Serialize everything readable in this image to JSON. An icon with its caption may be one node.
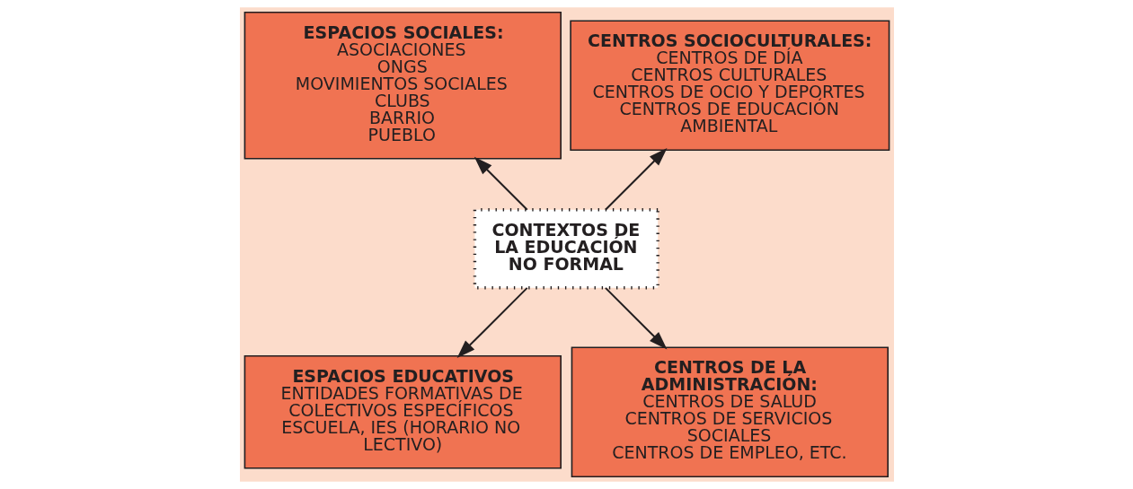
{
  "diagram": {
    "nodes": [
      {
        "text": [
          "CONTEXTOS DE LA EDUCACIÓN NO FORMAL"
        ]
      },
      {
        "text": [
          "CENTROS SOCIOCULTURALES:",
          "CENTROS DE DÍA",
          "CENTROS CULTURALES",
          "CENTROS DE OCIO Y DEPORTES",
          "CENTROS DE EDUCACIÓN AMBIENTAL"
        ]
      },
      {
        "text": [
          "ESPACIOS SOCIALES:",
          "ASOCIACIONES",
          "ONGS",
          "MOVIMIENTOS SOCIALES",
          "CLUBS",
          "BARRIO",
          "PUEBLO"
        ]
      },
      {
        "text": [
          "ESPACIOS EDUCATIVOS",
          "ENTIDADES FORMATIVAS DE COLECTIVOS ESPECÍFICOS",
          "ESCUELA, IES (HORARIO NO LECTIVO)"
        ]
      },
      {
        "text": [
          "CENTROS DE LA ADMINISTRACIÓN:",
          "CENTROS DE SALUD",
          "CENTROS DE SERVICIOS SOCIALES",
          "CENTROS DE EMPLEO, ETC."
        ]
      }
    ],
    "edges": [
      {
        "from": 0,
        "to": 1,
        "arrow": "to"
      },
      {
        "from": 0,
        "to": 2,
        "arrow": "to"
      },
      {
        "from": 0,
        "to": 3,
        "arrow": "to"
      },
      {
        "from": 0,
        "to": 4,
        "arrow": "to"
      }
    ]
  }
}
